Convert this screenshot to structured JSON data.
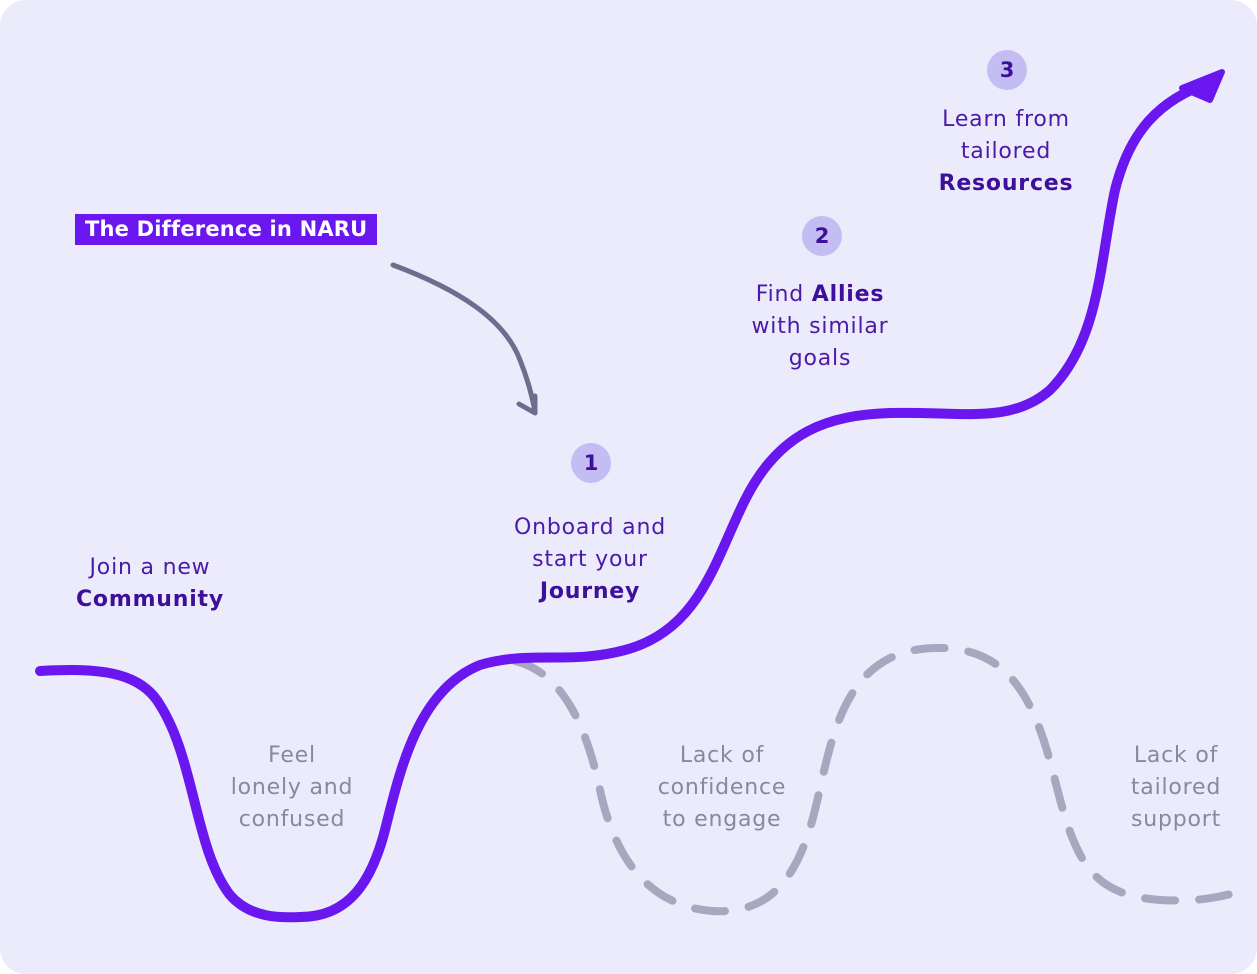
{
  "title": "The Difference in NARU",
  "steps": [
    {
      "number": "1",
      "line1": "Onboard and",
      "line2": "start your",
      "bold": "Journey"
    },
    {
      "number": "2",
      "pre": "Find ",
      "bold": "Allies",
      "line2": "with similar",
      "line3": "goals"
    },
    {
      "number": "3",
      "line1": "Learn from",
      "line2": "tailored",
      "bold": "Resources"
    }
  ],
  "join": {
    "line1": "Join a new",
    "bold": "Community"
  },
  "pain_points": [
    {
      "line1": "Feel",
      "line2": "lonely and",
      "line3": "confused"
    },
    {
      "line1": "Lack of",
      "line2": "confidence",
      "line3": "to engage"
    },
    {
      "line1": "Lack of",
      "line2": "tailored",
      "line3": "support"
    }
  ],
  "colors": {
    "background": "#ecebfb",
    "accent": "#6a16ee",
    "path_solid": "#6a16ee",
    "path_dashed": "#a9a7bf",
    "arrow": "#6f6c8e",
    "badge": "#c3bdf3",
    "text_purple": "#4b1aa8",
    "text_grey": "#8a88a0"
  },
  "icons": [
    "arrow-head-icon",
    "curved-arrow-icon"
  ]
}
